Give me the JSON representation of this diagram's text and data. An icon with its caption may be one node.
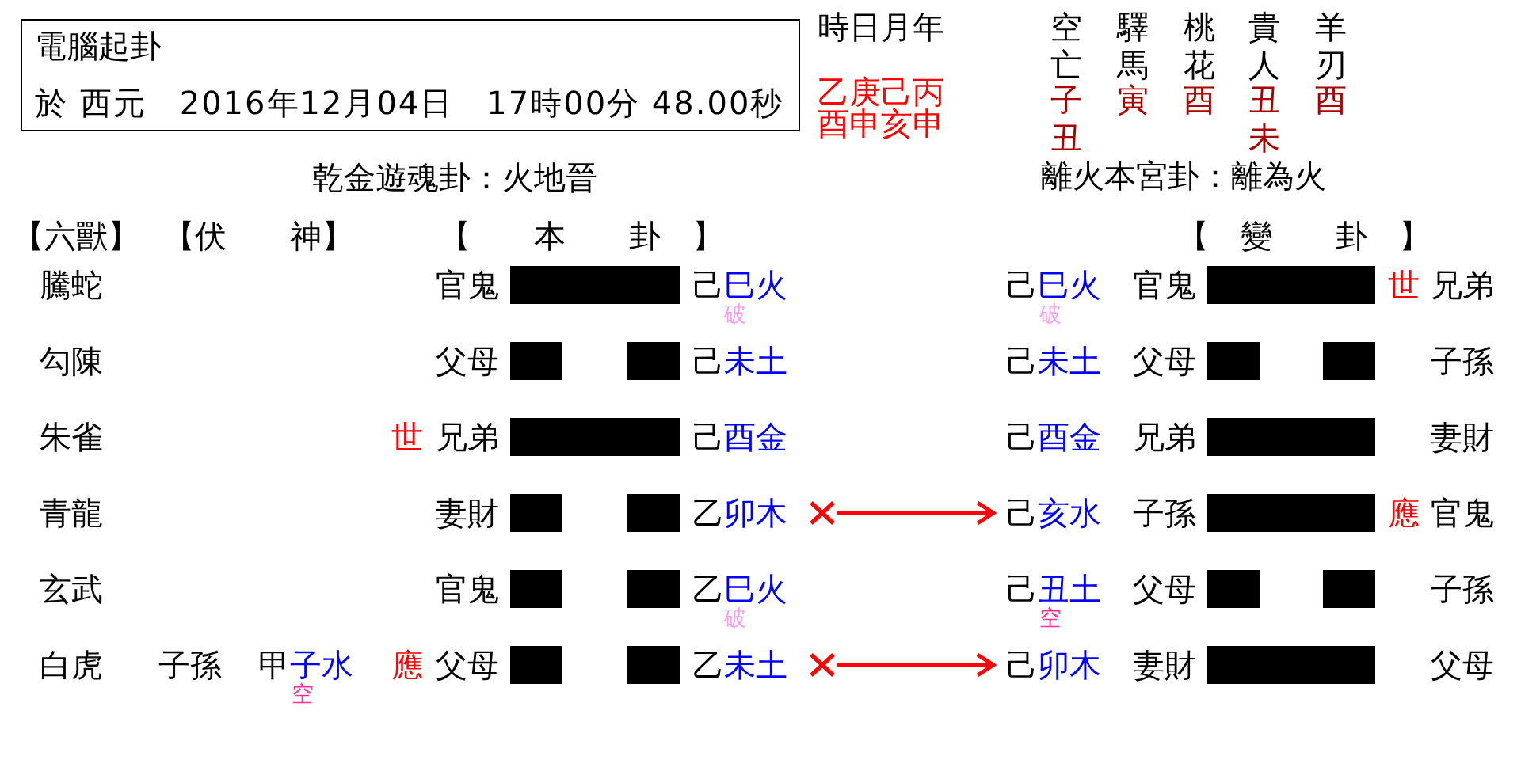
{
  "diagram": {
    "nodes": [
      {
        "text": [
          "電腦起卦",
          "於 西元　2016年12月04日　17時00分 48.00秒"
        ]
      },
      {
        "text": [],
        "shape": "bar"
      },
      {
        "text": [],
        "shape": "bar"
      },
      {
        "text": [],
        "shape": "bar"
      },
      {
        "text": [],
        "shape": "bar"
      },
      {
        "text": [],
        "shape": "bar"
      },
      {
        "text": [],
        "shape": "bar"
      },
      {
        "text": [],
        "shape": "bar"
      },
      {
        "text": [],
        "shape": "bar"
      },
      {
        "text": [],
        "shape": "bar"
      },
      {
        "text": [],
        "shape": "bar"
      },
      {
        "text": [],
        "shape": "cross"
      },
      {
        "text": [
          "己亥水"
        ]
      },
      {
        "text": [],
        "shape": "bar"
      },
      {
        "text": [],
        "shape": "bar"
      },
      {
        "text": [],
        "shape": "bar"
      },
      {
        "text": [],
        "shape": "bar"
      },
      {
        "text": [],
        "shape": "bar"
      },
      {
        "text": [],
        "shape": "bar"
      },
      {
        "text": [],
        "shape": "bar"
      },
      {
        "text": [],
        "shape": "cross"
      },
      {
        "text": [
          "己卯木"
        ]
      },
      {
        "text": [],
        "shape": "bar"
      }
    ],
    "edges": [
      {
        "from": 11,
        "to": 12,
        "arrow": "to"
      },
      {
        "from": 20,
        "to": 21,
        "arrow": "to"
      }
    ],
    "labels": [
      "時日月年",
      "空亡",
      "驛馬",
      "桃花",
      "貴人",
      "羊刃",
      "乙庚己丙",
      "酉申亥申",
      "子丑",
      "寅",
      "酉",
      "丑未",
      "酉",
      "乾金遊魂卦：火地晉",
      "離火本宮卦：離為火",
      "【六獸】",
      "【伏　　神】",
      "【　　本　　卦　】",
      "【　變　　卦　】",
      "騰蛇",
      "官鬼",
      "己巳火",
      "破",
      "己巳火",
      "破",
      "官鬼",
      "世",
      "兄弟",
      "勾陳",
      "父母",
      "己未土",
      "己未土",
      "父母",
      "子孫",
      "朱雀",
      "世",
      "兄弟",
      "己酉金",
      "己酉金",
      "兄弟",
      "妻財",
      "青龍",
      "妻財",
      "乙卯木",
      "子孫",
      "應",
      "官鬼",
      "玄武",
      "官鬼",
      "乙巳火",
      "破",
      "己丑土",
      "空",
      "父母",
      "子孫",
      "白虎",
      "子孫",
      "甲子水",
      "空",
      "應",
      "父母",
      "乙未土",
      "妻財",
      "父母"
    ]
  }
}
